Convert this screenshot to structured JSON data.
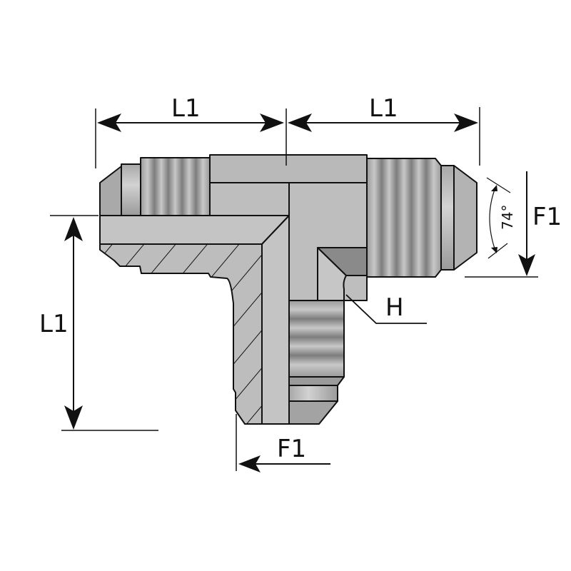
{
  "diagram": {
    "title": "JIC male tee fitting dimension drawing",
    "labels": {
      "length_top_left": "L1",
      "length_top_right": "L1",
      "length_vertical": "L1",
      "thread_right": "F1",
      "thread_bottom": "F1",
      "hex": "H",
      "angle": "74°"
    },
    "colors": {
      "body": "#b9b9b9",
      "body_dark": "#9a9a9a",
      "body_light": "#cfcfcf",
      "section_face": "#c3c3c3",
      "outline": "#111111",
      "thread_dark": "#7a7a7a",
      "background": "#ffffff"
    }
  }
}
